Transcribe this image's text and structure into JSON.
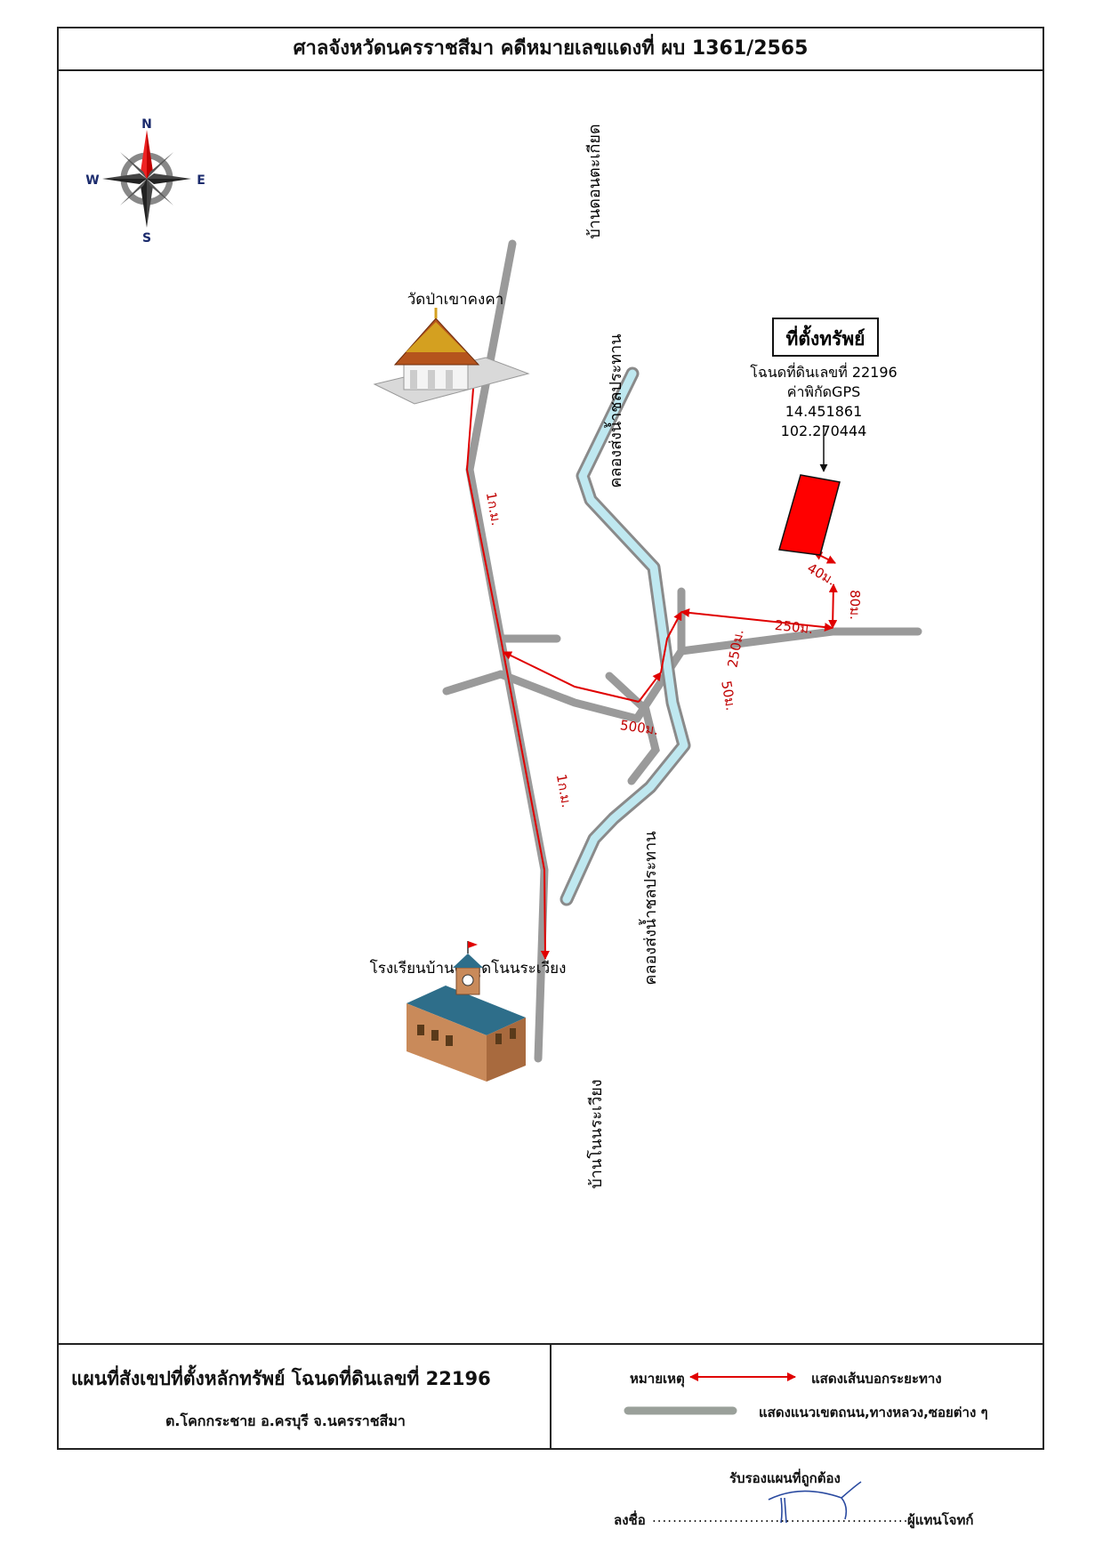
{
  "header": {
    "title": "ศาลจังหวัดนครราชสีมา คดีหมายเลขแดงที่ ผบ 1361/2565"
  },
  "compass": {
    "n": "N",
    "s": "S",
    "e": "E",
    "w": "W"
  },
  "map": {
    "road_north_label": "บ้านดอนตะเกียด",
    "road_south_label": "บ้านโนนระเวียง",
    "canal_label_north": "คลองส่งน้ำชลประทาน",
    "canal_label_south": "คลองส่งน้ำชลประทาน",
    "temple_label": "วัดป่าเขาคงคา",
    "school_label": "โรงเรียนบ้านตะกุดโนนระเวียง",
    "property": {
      "heading": "ที่ตั้งทรัพย์",
      "deed": "โฉนดที่ดินเลขที่ 22196",
      "gps_label": "ค่าพิกัดGPS",
      "lat": "14.451861",
      "lon": "102.270444"
    },
    "distances": {
      "d_1km_north": "1ก.ม.",
      "d_1km_south": "1ก.ม.",
      "d_500": "500ม.",
      "d_50": "50ม.",
      "d_250_vertical": "250ม.",
      "d_250_horizontal": "250ม.",
      "d_80": "80ม.",
      "d_40": "40ม."
    },
    "colors": {
      "road": "#9a9a9a",
      "route": "#e00000",
      "canal_fill": "#bfe8f0",
      "canal_edge": "#8a8a8a",
      "parcel": "#ff0000"
    }
  },
  "footer": {
    "title": "แผนที่สังเขปที่ตั้งหลักทรัพย์ โฉนดที่ดินเลขที่ 22196",
    "subtitle": "ต.โคกกระชาย  อ.ครบุรี  จ.นครราชสีมา",
    "legend_label": "หมายเหตุ",
    "legend_route": "แสดงเส้นบอกระยะทาง",
    "legend_road": "แสดงแนวเขตถนน,ทางหลวง,ซอยต่าง ๆ"
  },
  "signature": {
    "approve": "รับรองแผนที่ถูกต้อง",
    "sign_label": "ลงชื่อ",
    "role": "ผู้แทนโจทก์"
  }
}
